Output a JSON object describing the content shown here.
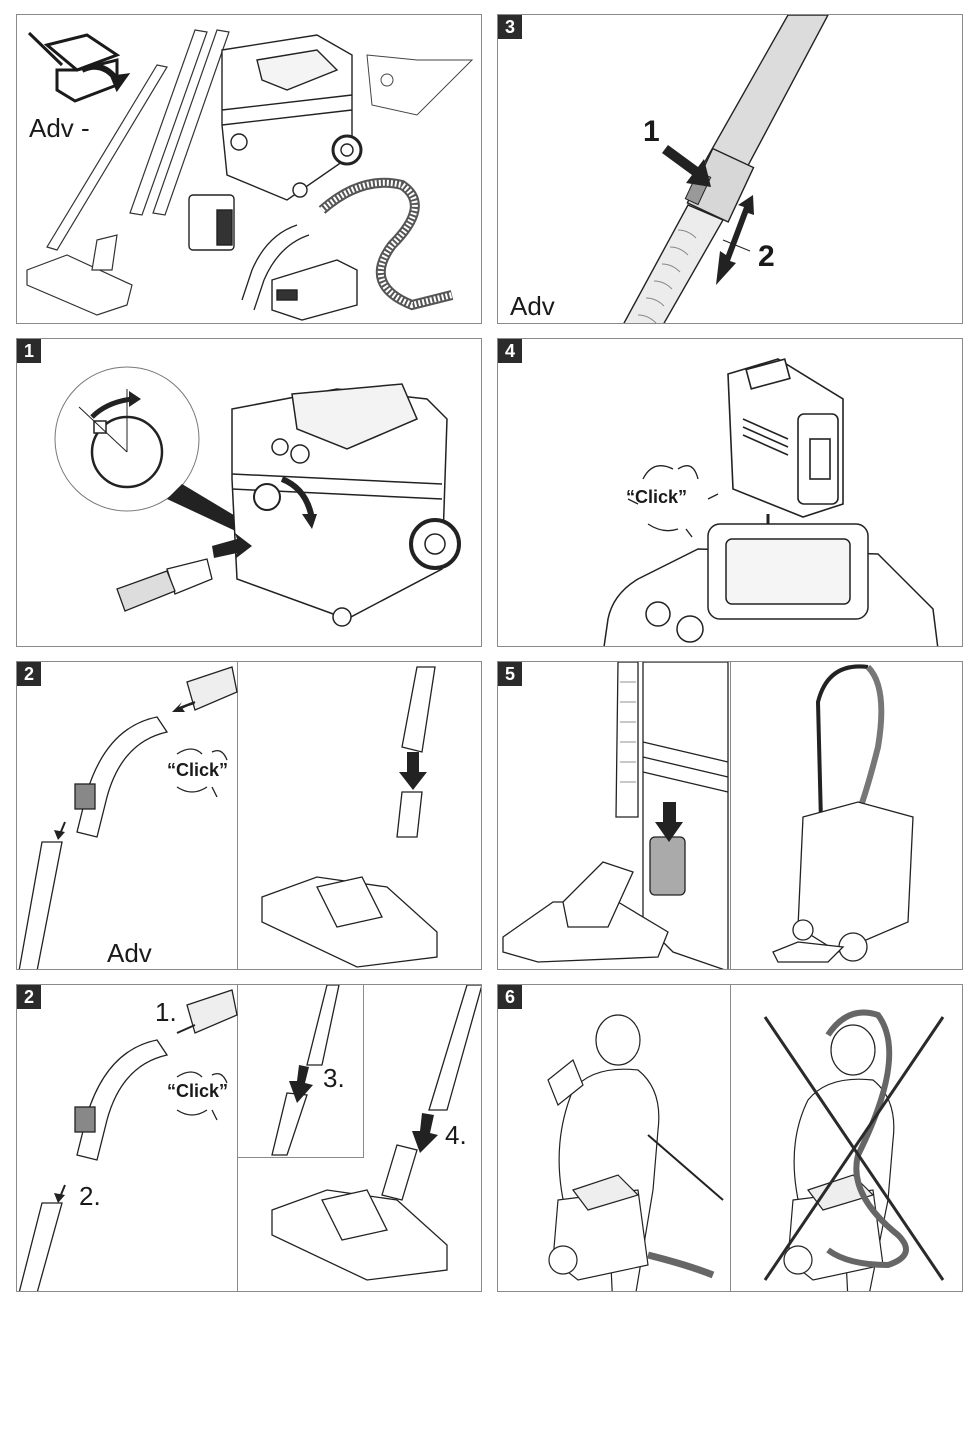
{
  "document": {
    "type": "assembly-instructions-figure-page",
    "subject": "battery wet/dry vacuum cleaner"
  },
  "panels": [
    {
      "id": "scope-of-delivery",
      "badge": null,
      "icon": "unpack-box-icon",
      "label": "Adv -",
      "contents": [
        "suction-pipes",
        "floor-nozzle",
        "vacuum-container",
        "filter-bag",
        "battery-pack",
        "elbow-handle",
        "battery-charger",
        "suction-hose"
      ]
    },
    {
      "id": "step-3",
      "badge": "3",
      "label": "Adv",
      "callouts": [
        "1",
        "2"
      ]
    },
    {
      "id": "step-1",
      "badge": "1",
      "detail": "bayonet-rotation-inset"
    },
    {
      "id": "step-4",
      "badge": "4",
      "click_text": "“Click”"
    },
    {
      "id": "step-2a",
      "badge": "2",
      "click_text": "“Click”",
      "label": "Adv"
    },
    {
      "id": "step-5",
      "badge": "5"
    },
    {
      "id": "step-2b",
      "badge": "2",
      "click_text": "“Click”",
      "steps": [
        "1.",
        "2.",
        "3.",
        "4."
      ]
    },
    {
      "id": "step-6",
      "badge": "6",
      "right_view": "incorrect-crossed-out"
    }
  ]
}
